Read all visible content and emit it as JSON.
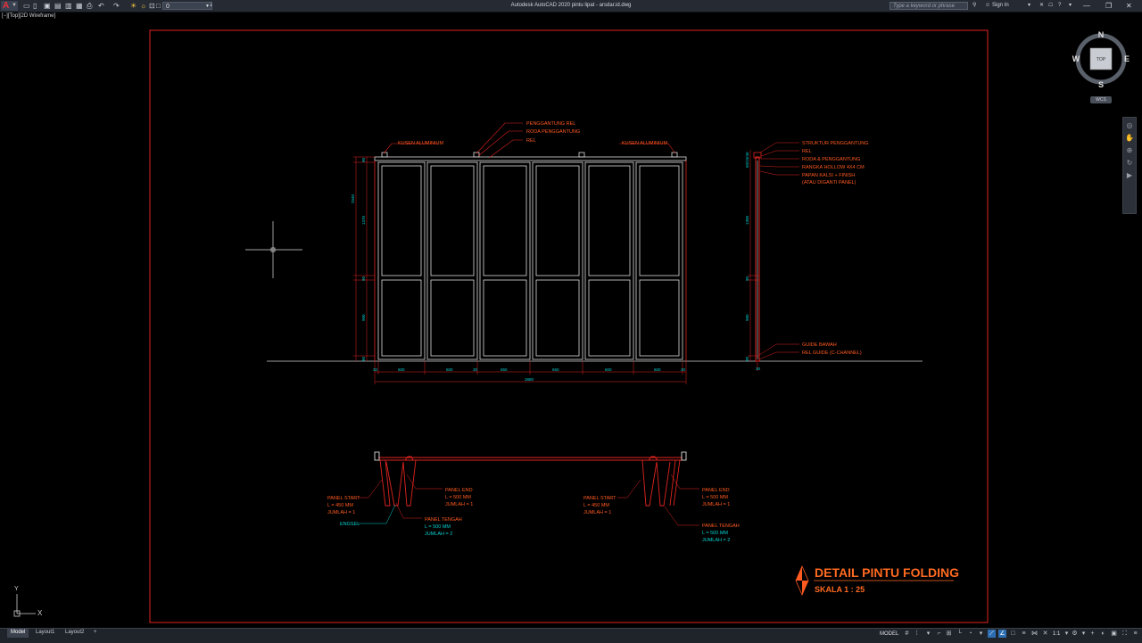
{
  "titlebar": {
    "app_button": "A",
    "layer_value": "0",
    "title": "Autodesk AutoCAD 2020   pintu lipat - arsdar.id.dwg",
    "search_placeholder": "Type a keyword or phrase",
    "sign_in": "Sign In"
  },
  "viewport": {
    "label": "[−][Top][2D Wireframe]"
  },
  "viewcube": {
    "n": "N",
    "s": "S",
    "e": "E",
    "w": "W",
    "face": "TOP",
    "wcs": "WCS"
  },
  "drawing": {
    "elevation_labels": {
      "penggantung_rel": "PENGGANTUNG REL",
      "roda_penggantung": "RODA PENGGANTUNG",
      "rel": "REL",
      "kusen_left": "KUSEN ALUMINIUM",
      "kusen_right": "KUSEN ALUMINIUM"
    },
    "section_labels": {
      "struktur": "STRUKTUR PENGGANTUNG",
      "rel": "REL",
      "roda": "RODA & PENGGANTUNG",
      "rangka": "RANGKA HOLLOW 4X4 CM",
      "papan": "PAPAN KALSI + FINISH",
      "papan2": "(ATAU DIGANTI PANEL)",
      "guide": "GUIDE BAWAH",
      "rel_guide": "REL GUIDE (C-CHANNEL)"
    },
    "dims_bottom": [
      "30",
      "600",
      "600",
      "30",
      "650",
      "650",
      "600",
      "600",
      "30"
    ],
    "dim_total": "3880",
    "dims_left": [
      "90",
      "2940",
      "1370",
      "90",
      "900",
      "90"
    ],
    "dims_right": [
      "50/10/40",
      "1300",
      "90",
      "980",
      "90",
      "30"
    ],
    "plan_left": {
      "start": [
        "PANEL START",
        "L = 450 MM",
        "JUMLAH = 1"
      ],
      "end": [
        "PANEL END",
        "L = 500 MM",
        "JUMLAH = 1"
      ],
      "tengah": [
        "PANEL TENGAH",
        "L = 500 MM",
        "JUMLAH = 2"
      ],
      "engsel": "ENGSEL"
    },
    "plan_right": {
      "start": [
        "PANEL START",
        "L = 450 MM",
        "JUMLAH = 1"
      ],
      "end": [
        "PANEL END",
        "L = 500 MM",
        "JUMLAH = 1"
      ],
      "tengah": [
        "PANEL TENGAH",
        "L = 500 MM",
        "JUMLAH = 2"
      ]
    },
    "title_block": {
      "title": "DETAIL PINTU FOLDING",
      "scale": "SKALA 1 : 25"
    }
  },
  "ucs": {
    "x": "X",
    "y": "Y"
  },
  "tabs": [
    {
      "label": "Model"
    },
    {
      "label": "Layout1"
    },
    {
      "label": "Layout2"
    },
    {
      "label": "+"
    }
  ],
  "statusbar": {
    "model": "MODEL",
    "scale": "1:1"
  }
}
